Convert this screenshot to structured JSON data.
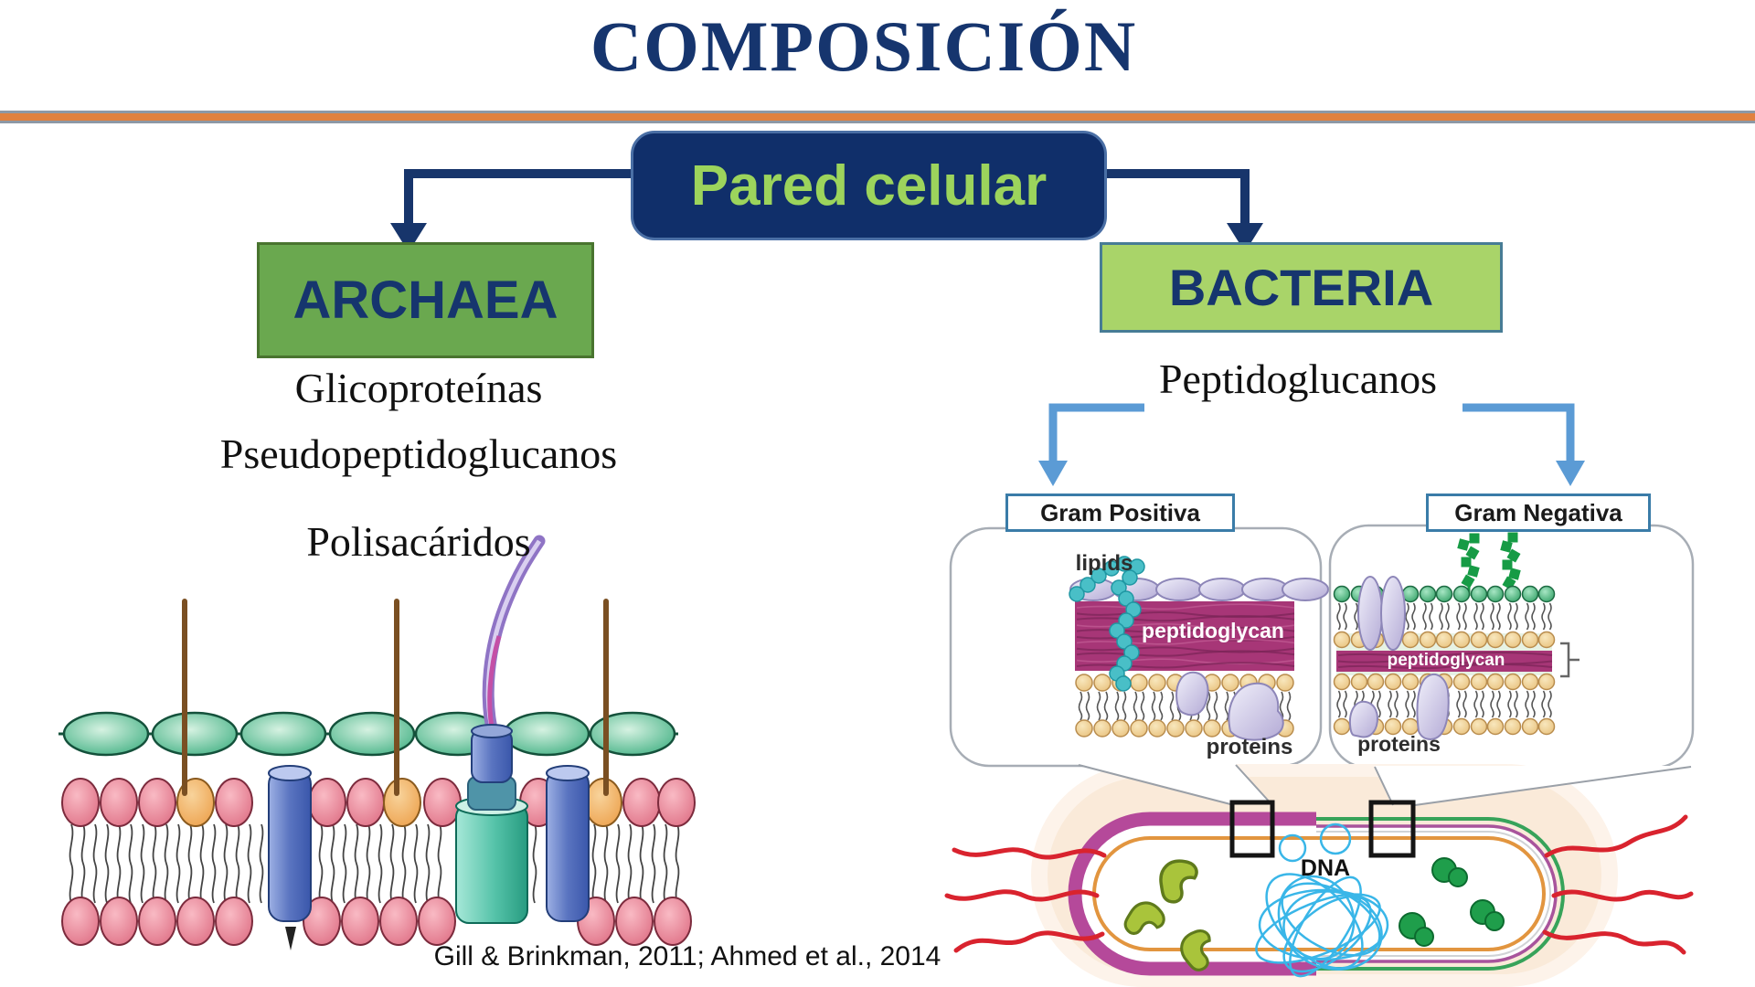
{
  "slide": {
    "title": "COMPOSICIÓN",
    "citation": "Gill & Brinkman, 2011; Ahmed et al., 2014"
  },
  "tree": {
    "root": {
      "label": "Pared celular"
    },
    "archaea": {
      "label": "ARCHAEA",
      "items": [
        "Glicoproteínas",
        "Pseudopeptidoglucanos",
        "Polisacáridos"
      ]
    },
    "bacteria": {
      "label": "BACTERIA",
      "item": "Peptidoglucanos",
      "subtypes": [
        "Gram Positiva",
        "Gram Negativa"
      ]
    }
  },
  "gram_positive_panel": {
    "lipids": "lipids",
    "peptidoglycan": "peptidoglycan",
    "proteins": "proteins"
  },
  "gram_negative_panel": {
    "peptidoglycan": "peptidoglycan",
    "proteins": "proteins"
  },
  "bacterium_diagram": {
    "dna": "DNA"
  },
  "colors": {
    "title_navy": "#16356e",
    "connector_navy": "#17356b",
    "root_box_bg": "#102f6a",
    "root_text_green": "#9cd45c",
    "archaea_green": "#6aa84f",
    "bacteria_green": "#a9d469",
    "divider_orange": "#e0813f",
    "branch_arrow_blue": "#5b9bd5",
    "peptidoglycan_magenta": "#a73677",
    "wall_magenta": "#b5499a",
    "wall_green": "#37a35a",
    "wall_orange": "#e2953f",
    "flagella_red": "#d9232e",
    "dna_blue": "#39b6e8"
  }
}
